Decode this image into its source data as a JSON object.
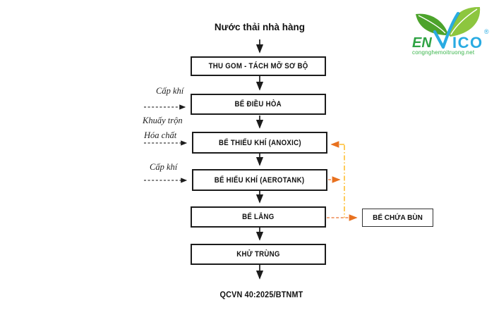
{
  "colors": {
    "box_border": "#1c1c1c",
    "flow_arrow": "#1c1c1c",
    "input_arrow": "#3a3a3a",
    "recirc_amber": "#FFBE2E",
    "recirc_orange": "#EE8A52",
    "arrowhead_orange": "#E8711F",
    "logo_blue": "#29ABE2",
    "logo_green": "#39B54A",
    "leaf_dark": "#4CA32B",
    "leaf_light": "#8DC63F"
  },
  "diagram": {
    "source_label": "Nước thải nhà hàng",
    "steps": [
      {
        "label": "THU GOM - TÁCH MỠ SƠ BỘ"
      },
      {
        "label": "BỂ ĐIỀU HÒA"
      },
      {
        "label": "BỂ THIẾU KHÍ (ANOXIC)"
      },
      {
        "label": "BỂ HIẾU KHÍ (AEROTANK)"
      },
      {
        "label": "BỂ LẮNG"
      },
      {
        "label": "KHỬ TRÙNG"
      }
    ],
    "sludge_box_label": "BỂ CHỨA BÙN",
    "inputs": [
      "Cấp khí",
      "Khuấy trộn",
      "Hóa chất",
      "Cấp khí"
    ],
    "output_label": "QCVN 40:2025/BTNMT"
  },
  "logo": {
    "brand": "ENVICO",
    "text_en": "EN",
    "text_ico": "ICO",
    "registered": "®",
    "website": "congnghemoitruong.net"
  }
}
